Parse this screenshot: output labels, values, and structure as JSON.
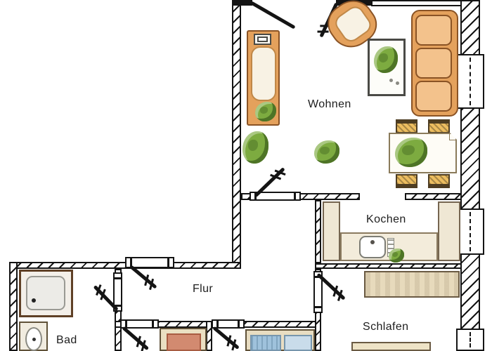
{
  "plan_labels": {
    "wohnen": "Wohnen",
    "kochen": "Kochen",
    "flur": "Flur",
    "bad": "Bad",
    "schlafen": "Schlafen"
  },
  "colors": {
    "wall": "#141414",
    "paper": "#ffffff",
    "upholstery": "#e4a15c",
    "upholstery-light": "#f3c28c",
    "upholstery-dark": "#8a5325",
    "cushion": "#f8f2e4",
    "wood": "#e7dabc",
    "wood-dark": "#6a5a43",
    "counter": "#f3ecdb",
    "green": "#7dab40",
    "green-dark": "#4e7426",
    "bed-red": "#d28a70",
    "bed-red-dark": "#a85c42",
    "bed-blue": "#9fc2dc",
    "bed-blue-light": "#c9dcea",
    "seat-yellow": "#ecbd60"
  },
  "furniture_icons": [
    "daybed",
    "table-lamp",
    "armchair",
    "sofa",
    "floor-mat-with-plant",
    "potted-plant",
    "dining-table",
    "dining-chair",
    "kitchen-cabinet",
    "kitchen-counter",
    "kitchen-sink",
    "wardrobe",
    "bed",
    "double-bed",
    "shower",
    "toilet",
    "door-leaf",
    "door-frame",
    "window"
  ]
}
